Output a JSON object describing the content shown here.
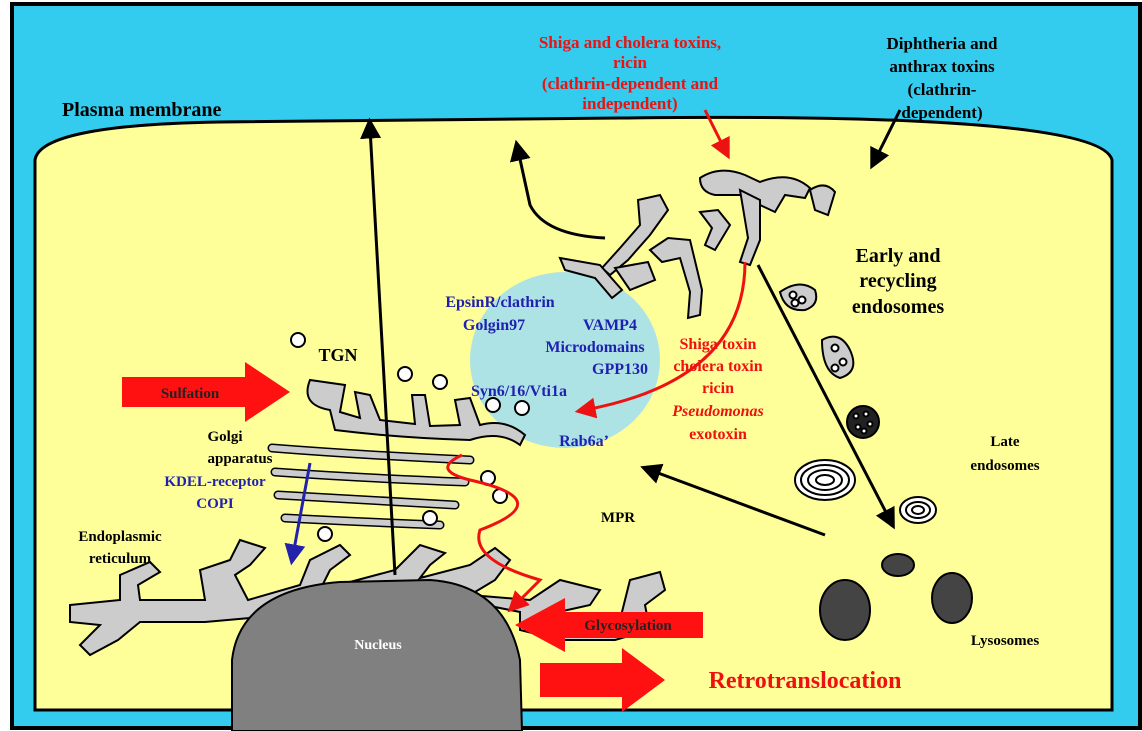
{
  "colors": {
    "extracellular": "#33ccee",
    "cytoplasm": "#ffff99",
    "organelle": "#cccccc",
    "nucleus": "#808080",
    "blue_text": "#1f1fb0",
    "red_text": "#ee1111",
    "zone": "#a9e1e8"
  },
  "labels": {
    "plasma_membrane": "Plasma membrane",
    "shiga_entry": [
      "Shiga and cholera toxins,",
      "ricin",
      "(clathrin-dependent and",
      "independent)"
    ],
    "diphtheria_entry": [
      "Diphtheria and",
      "anthrax toxins",
      "(clathrin-",
      "dependent)"
    ],
    "early_endosomes": [
      "Early and",
      "recycling",
      "endosomes"
    ],
    "late_endosomes": [
      "Late",
      "endosomes"
    ],
    "lysosomes": "Lysosomes",
    "mpr": "MPR",
    "tgn": "TGN",
    "golgi": [
      "Golgi",
      "apparatus"
    ],
    "kdel": [
      "KDEL-receptor",
      "COPI"
    ],
    "er": [
      "Endoplasmic",
      "reticulum"
    ],
    "nucleus": "Nucleus",
    "sulfation": "Sulfation",
    "glycosylation": "Glycosylation",
    "retrotranslocation": "Retrotranslocation",
    "zone_factors": {
      "epsinr": "EpsinR/clathrin",
      "golgin97": "Golgin97",
      "vamp4": "VAMP4",
      "microdomains": "Microdomains",
      "gpp130": "GPP130",
      "syn": "Syn6/16/Vti1a",
      "rab6a": "Rab6a’"
    },
    "retrograde_toxins": [
      "Shiga toxin",
      "cholera toxin",
      "ricin",
      "Pseudomonas",
      "exotoxin"
    ]
  }
}
